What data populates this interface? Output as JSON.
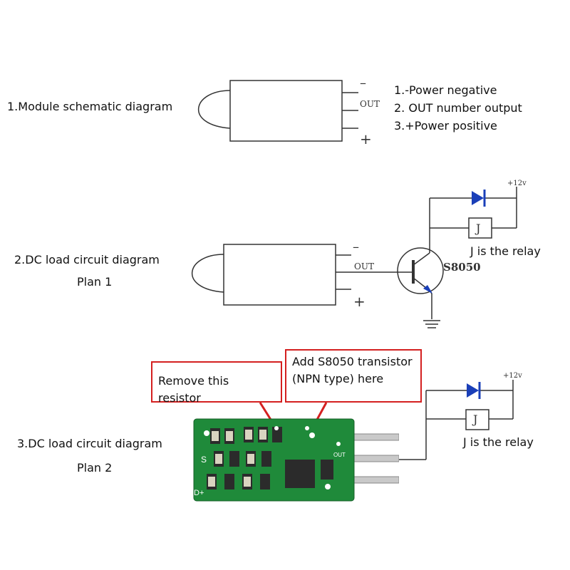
{
  "section1": {
    "title": "1.Module schematic diagram",
    "items": [
      "1.-Power negative",
      "2. OUT number output",
      "3.+Power positive"
    ],
    "pin_minus": "–",
    "pin_out": "OUT",
    "pin_plus": "+"
  },
  "section2": {
    "title_line1": "2.DC load circuit diagram",
    "title_line2": "Plan 1",
    "transistor": "S8050",
    "supply": "+12v",
    "relay_symbol": "J",
    "relay_note": "J is the relay",
    "pin_minus": "–",
    "pin_out": "OUT",
    "pin_plus": "+"
  },
  "section3": {
    "title_line1": "3.DC load circuit diagram",
    "title_line2": "Plan 2",
    "callout_remove": "Remove this resistor",
    "callout_add_line1": "Add S8050 transistor",
    "callout_add_line2": "(NPN type) here",
    "supply": "+12v",
    "relay_symbol": "J",
    "relay_note": "J is the relay",
    "pcb_mark_s": "S",
    "pcb_mark_plus": "D+",
    "pcb_mark_out": "OUT"
  },
  "colors": {
    "diode_blue": "#1a3fb8",
    "callout_red": "#d42020",
    "pcb_green": "#1f8a3a",
    "line_gray": "#333333"
  }
}
